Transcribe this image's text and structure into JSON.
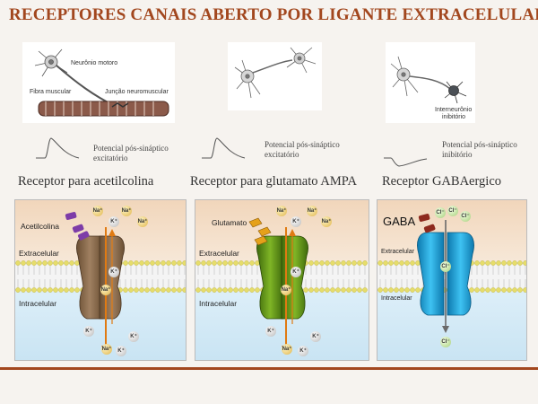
{
  "title": "RECEPTORES CANAIS ABERTO POR LIGANTE EXTRACELULAR",
  "neurons": {
    "motor_label": "Neurônio motoro",
    "fiber_label": "Fibra muscular",
    "junction_label": "Junção neuromuscular",
    "interneuron_label_1": "Interneurônio",
    "interneuron_label_2": "inibitório"
  },
  "potentials": [
    {
      "line1": "Potencial pós-sináptico",
      "line2": "excitatório"
    },
    {
      "line1": "Potencial pós-sináptico",
      "line2": "excitatório"
    },
    {
      "line1": "Potencial pós-sináptico",
      "line2": "inibitório"
    }
  ],
  "receptors": [
    {
      "title": "Receptor para acetilcolina",
      "ligand": "Acetilcolina",
      "extra": "Extracelular",
      "intra": "Intracelular"
    },
    {
      "title": "Receptor para glutamato AMPA",
      "ligand": "Glutamato",
      "extra": "Extracelular",
      "intra": "Intracelular"
    },
    {
      "title": "Receptor GABAergico",
      "ligand": "GABA",
      "extra": "Extracelular",
      "intra": "Intracelular"
    }
  ],
  "ions": {
    "na": "Na⁺",
    "k": "K⁺",
    "cl": "Cl⁻"
  },
  "colors": {
    "title": "#a2471e",
    "ach_channel": "#8b6b47",
    "ampa_channel": "#5e8f14",
    "gaba_channel": "#1aa3dd",
    "arrow": "#e07a12",
    "membrane_head": "#e6dd6a"
  }
}
